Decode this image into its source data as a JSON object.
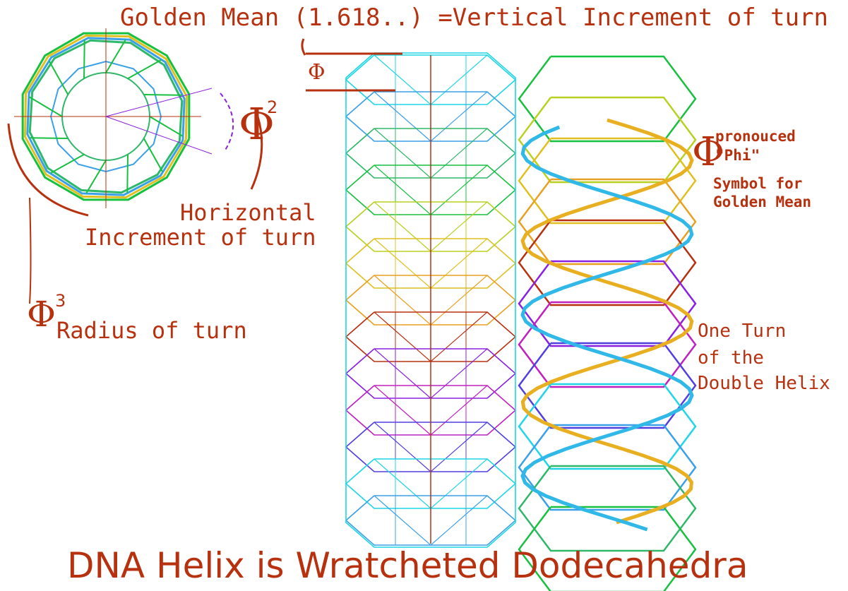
{
  "labels": {
    "top_title": "Golden Mean (1.618..) =Vertical Increment of turn",
    "phi_symbol": "Φ",
    "horizontal_line1": "Horizontal",
    "horizontal_line2": "Increment of turn",
    "radius_label": "Radius of turn",
    "exponent_2": "2",
    "exponent_3": "3",
    "phi_note_line1": "pronouced",
    "phi_note_line2": "\"Phi\"",
    "phi_note_line3": "Symbol for",
    "phi_note_line4": "Golden Mean",
    "turn_line1": "One Turn",
    "turn_line2": "of the",
    "turn_line3": "Double Helix",
    "main_title": "DNA Helix is Wratcheted Dodecahedra"
  },
  "colors": {
    "annotation": "#b8310e",
    "palette": [
      "#1fd6e6",
      "#3aa0e8",
      "#2fb86a",
      "#18c040",
      "#b8d020",
      "#e0c020",
      "#e8a020",
      "#b83010",
      "#8a20e0",
      "#c020c0",
      "#5040e0"
    ],
    "helix_strand_a": "#e8b020",
    "helix_strand_b": "#30b8e8"
  },
  "icons": {
    "dodecagon_top_view": "dodecagon-icon",
    "left_column": "stacked-dodecahedra-column",
    "right_column": "double-helix-column"
  }
}
